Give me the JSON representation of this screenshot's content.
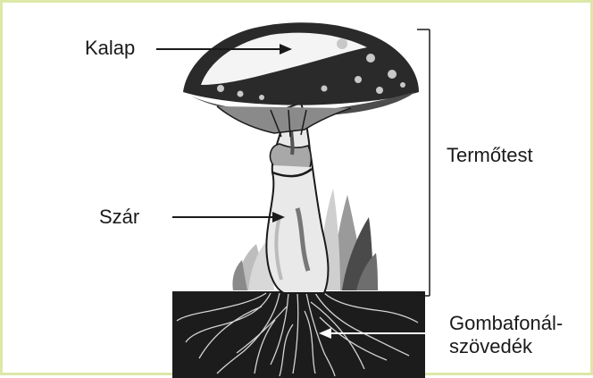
{
  "labels": {
    "kalap": "Kalap",
    "szar": "Szár",
    "termotest": "Termőtest",
    "gombafonal_line1": "Gombafonál-",
    "gombafonal_line2": "szövedék"
  },
  "colors": {
    "border": "#dbe8a8",
    "soil": "#1c1c1c",
    "ink": "#1a1a1a"
  }
}
